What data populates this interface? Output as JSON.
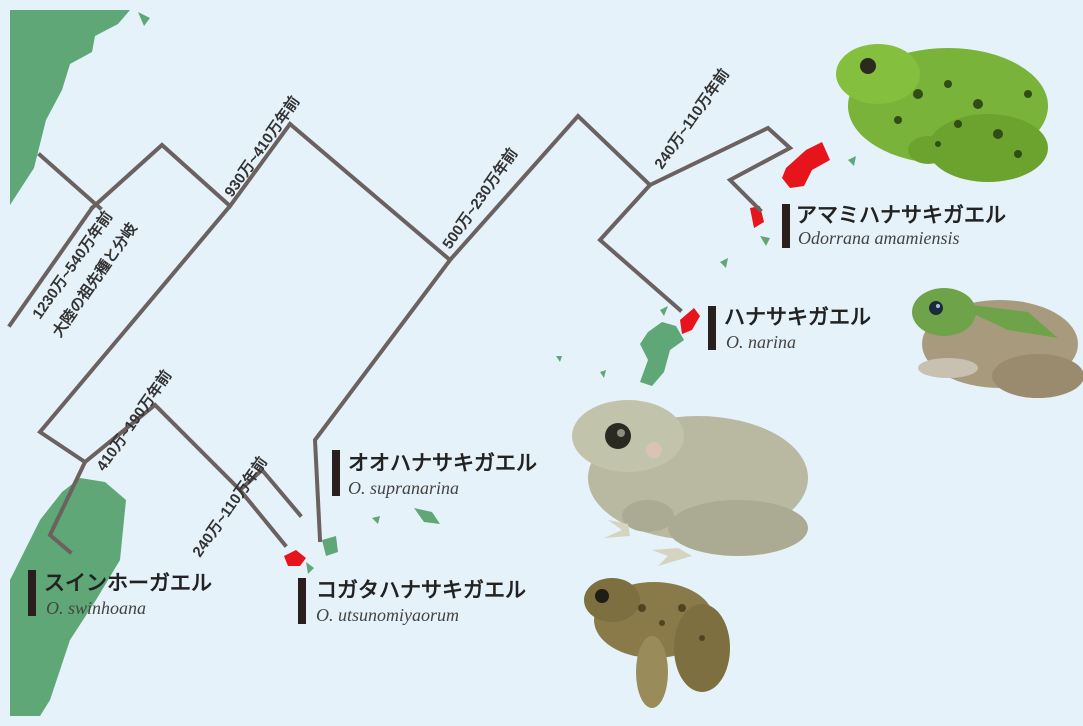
{
  "colors": {
    "background": "#e5f2fa",
    "land": "#5fa777",
    "highlight": "#e8141c",
    "tree": "#6b6260",
    "text": "#222222"
  },
  "divergences": [
    "1230万~540万年前",
    "大陸の祖先種と分岐",
    "930万~410万年前",
    "410万~190万年前",
    "500万~230万年前",
    "240万~110万年前",
    "240万~110万年前"
  ],
  "species": [
    {
      "name": "アマミハナサキガエル",
      "sci": "Odorrana amamiensis",
      "icon": "frog-photo-icon"
    },
    {
      "name": "ハナサキガエル",
      "sci": "O. narina",
      "icon": "frog-photo-icon"
    },
    {
      "name": "オオハナサキガエル",
      "sci": "O. supranarina",
      "icon": "frog-photo-icon"
    },
    {
      "name": "コガタハナサキガエル",
      "sci": "O. utsunomiyaorum",
      "icon": "frog-photo-icon"
    },
    {
      "name": "スインホーガエル",
      "sci": "O. swinhoana",
      "icon": "frog-photo-icon"
    }
  ]
}
